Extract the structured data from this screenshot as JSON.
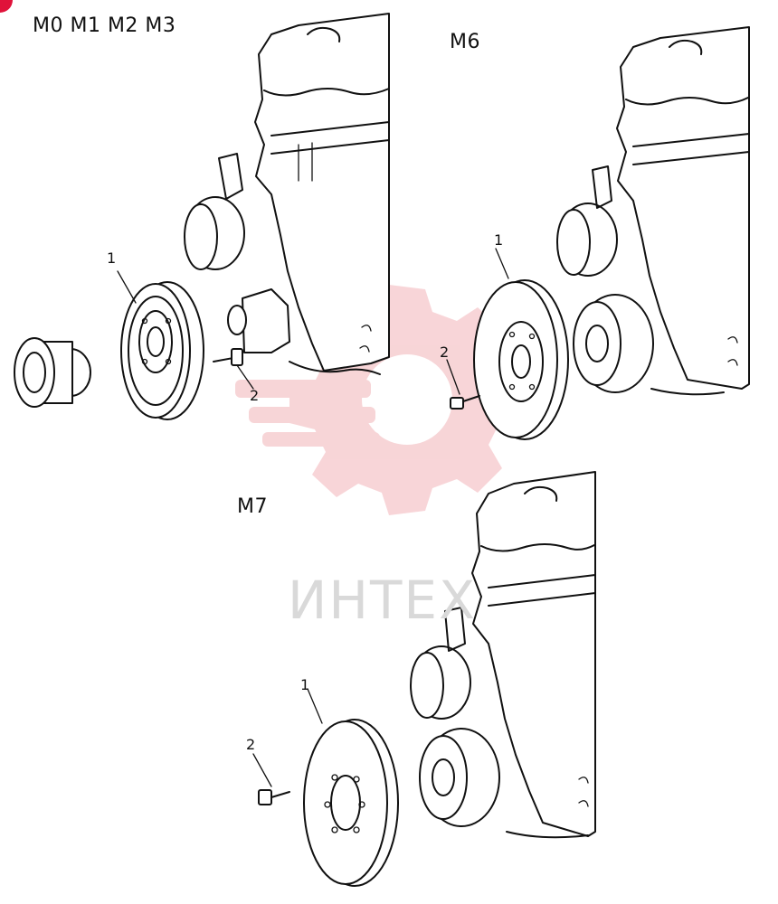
{
  "watermark": {
    "text": "ИНТЕХ",
    "color": "#f2b3b8"
  },
  "variants": [
    {
      "label": "M0 M1 M2 M3",
      "callouts": [
        "1",
        "2"
      ]
    },
    {
      "label": "M6",
      "callouts": [
        "1",
        "2"
      ]
    },
    {
      "label": "M7",
      "callouts": [
        "1",
        "2"
      ]
    }
  ],
  "colors": {
    "line": "#111111",
    "corner_badge": "#e0123a"
  }
}
